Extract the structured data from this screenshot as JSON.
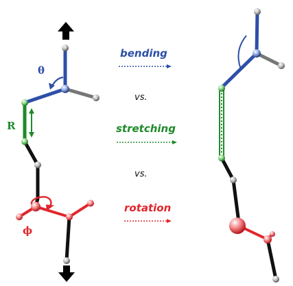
{
  "labels": {
    "bending": "bending",
    "stretching": "stretching",
    "rotation": "rotation",
    "vs_1": "vs.",
    "vs_2": "vs."
  },
  "symbols": {
    "theta": "θ",
    "r": "R",
    "phi": "ϕ"
  },
  "colors": {
    "bending": "#2e4fa8",
    "stretching": "#1f8a2a",
    "rotation": "#e0262b",
    "backbone": "#111111",
    "atom_gray": "#c8c8c8"
  }
}
